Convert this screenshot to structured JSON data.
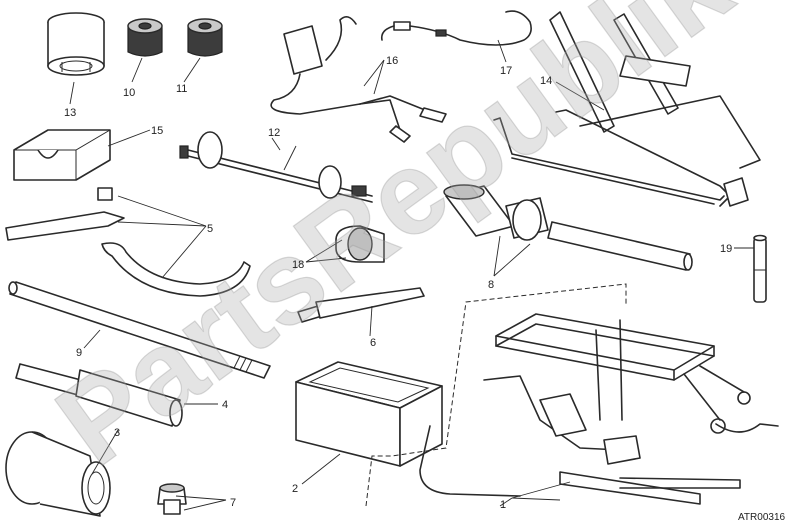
{
  "callouts": {
    "c1": "1",
    "c2": "2",
    "c3": "3",
    "c4": "4",
    "c5": "5",
    "c6": "6",
    "c7": "7",
    "c8": "8",
    "c9": "9",
    "c10": "10",
    "c11": "11",
    "c12": "12",
    "c13": "13",
    "c14": "14",
    "c15": "15",
    "c16": "16",
    "c17": "17",
    "c18": "18",
    "c19": "19"
  },
  "drawing_code": "ATR00316",
  "watermark": "PartsRepublik",
  "colors": {
    "line": "#2a2a2a",
    "watermark": "#aaaaaa",
    "background": "#ffffff"
  }
}
